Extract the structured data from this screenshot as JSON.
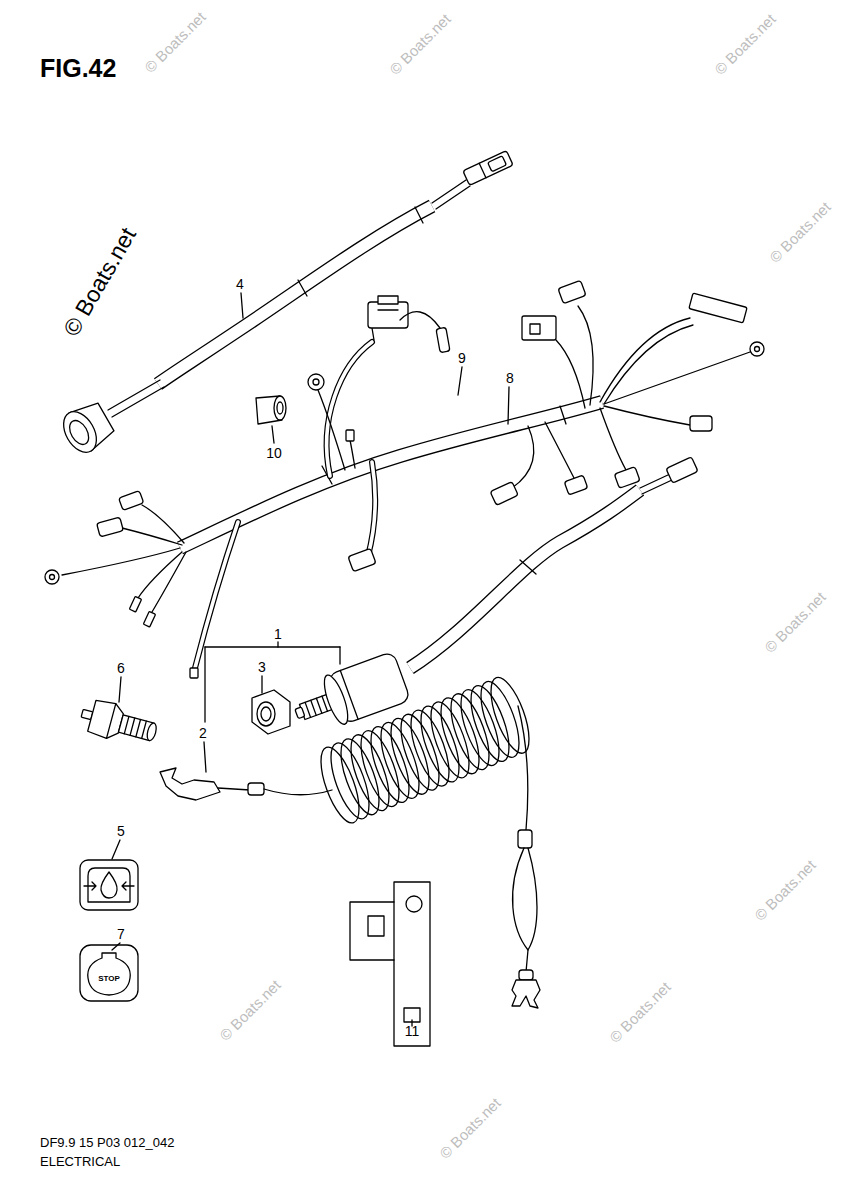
{
  "diagram": {
    "title": "FIG.42",
    "labels": [
      "4",
      "9",
      "8",
      "10",
      "1",
      "6",
      "3",
      "2",
      "5",
      "7",
      "11",
      "DF9.9 15 P03 012_042",
      "ELECTRICAL",
      "© Boats.net",
      "© Boats.net",
      "© Boats.net",
      "© Boats.net",
      "© Boats.net",
      "© Boats.net",
      "© Boats.net",
      "© Boats.net",
      "© Boats.net",
      "© Boats.net",
      "STOP"
    ]
  }
}
